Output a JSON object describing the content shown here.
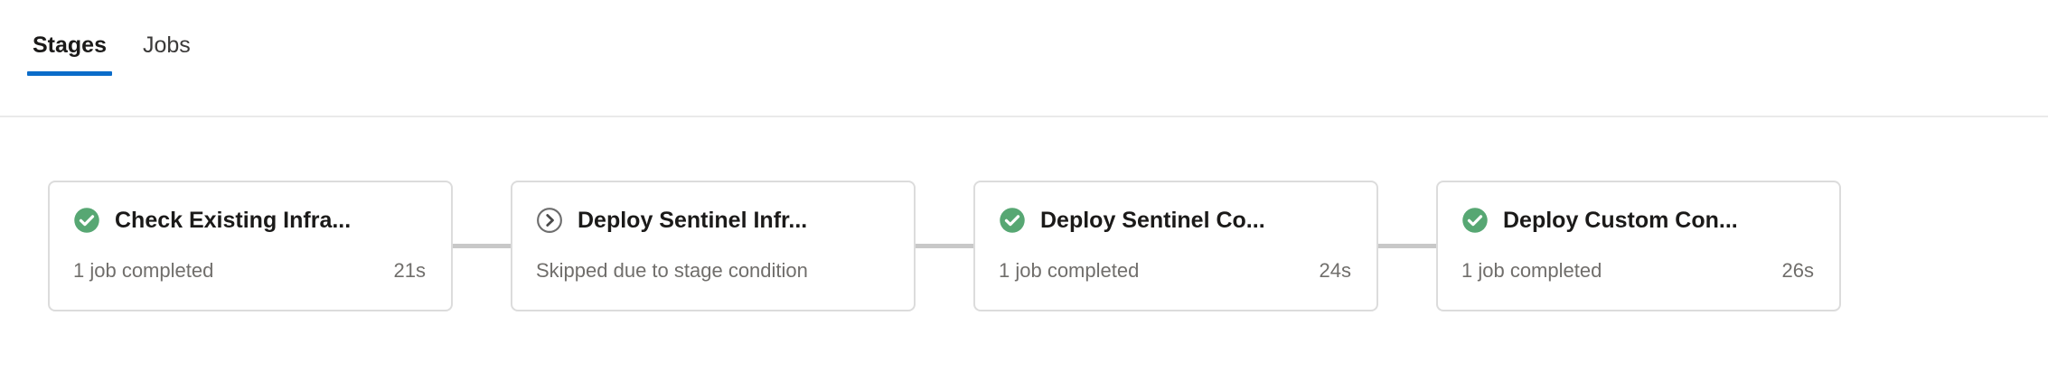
{
  "tabs": [
    {
      "label": "Stages",
      "active": true
    },
    {
      "label": "Jobs",
      "active": false
    }
  ],
  "colors": {
    "accent": "#0b6cc9",
    "success": "#57a773",
    "skipped": "#706e6b",
    "card_border": "#dcdcdc",
    "connector": "#c8c8c8",
    "divider": "#eaeaea"
  },
  "stages": [
    {
      "title": "Check Existing Infra...",
      "status": "succeeded",
      "status_icon": "check-circle-filled-icon",
      "subtitle": "1 job completed",
      "duration": "21s"
    },
    {
      "title": "Deploy Sentinel Infr...",
      "status": "skipped",
      "status_icon": "skipped-circle-chevron-icon",
      "subtitle": "Skipped due to stage condition",
      "duration": ""
    },
    {
      "title": "Deploy Sentinel Co...",
      "status": "succeeded",
      "status_icon": "check-circle-filled-icon",
      "subtitle": "1 job completed",
      "duration": "24s"
    },
    {
      "title": "Deploy Custom Con...",
      "status": "succeeded",
      "status_icon": "check-circle-filled-icon",
      "subtitle": "1 job completed",
      "duration": "26s"
    }
  ]
}
